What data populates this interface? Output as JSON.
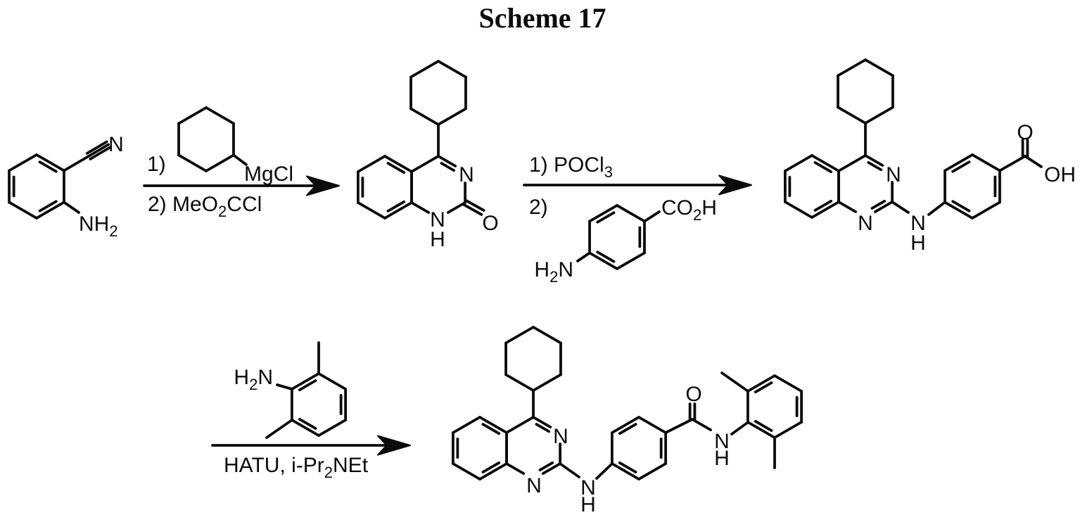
{
  "title": "Scheme 17",
  "atoms": {
    "N": "N",
    "H": "H",
    "O": "O",
    "OH": "OH"
  },
  "groups": {
    "nh2_main": "NH",
    "nh2_sub": "2",
    "h2n_pre": "H",
    "h2n_sub": "2",
    "h2n_post": "N",
    "co2h_pre": "CO",
    "co2h_sub": "2",
    "co2h_post": "H",
    "mgcl": "MgCl"
  },
  "steps": {
    "arrow1_above": "1)",
    "arrow1_below_pre": "2) MeO",
    "arrow1_below_sub": "2",
    "arrow1_below_post": "CCl",
    "arrow2_above_pre": "1) POCl",
    "arrow2_above_sub": "3",
    "arrow2_below": "2)",
    "arrow3_below_pre": "HATU, i-Pr",
    "arrow3_below_sub": "2",
    "arrow3_below_post": "NEt"
  }
}
